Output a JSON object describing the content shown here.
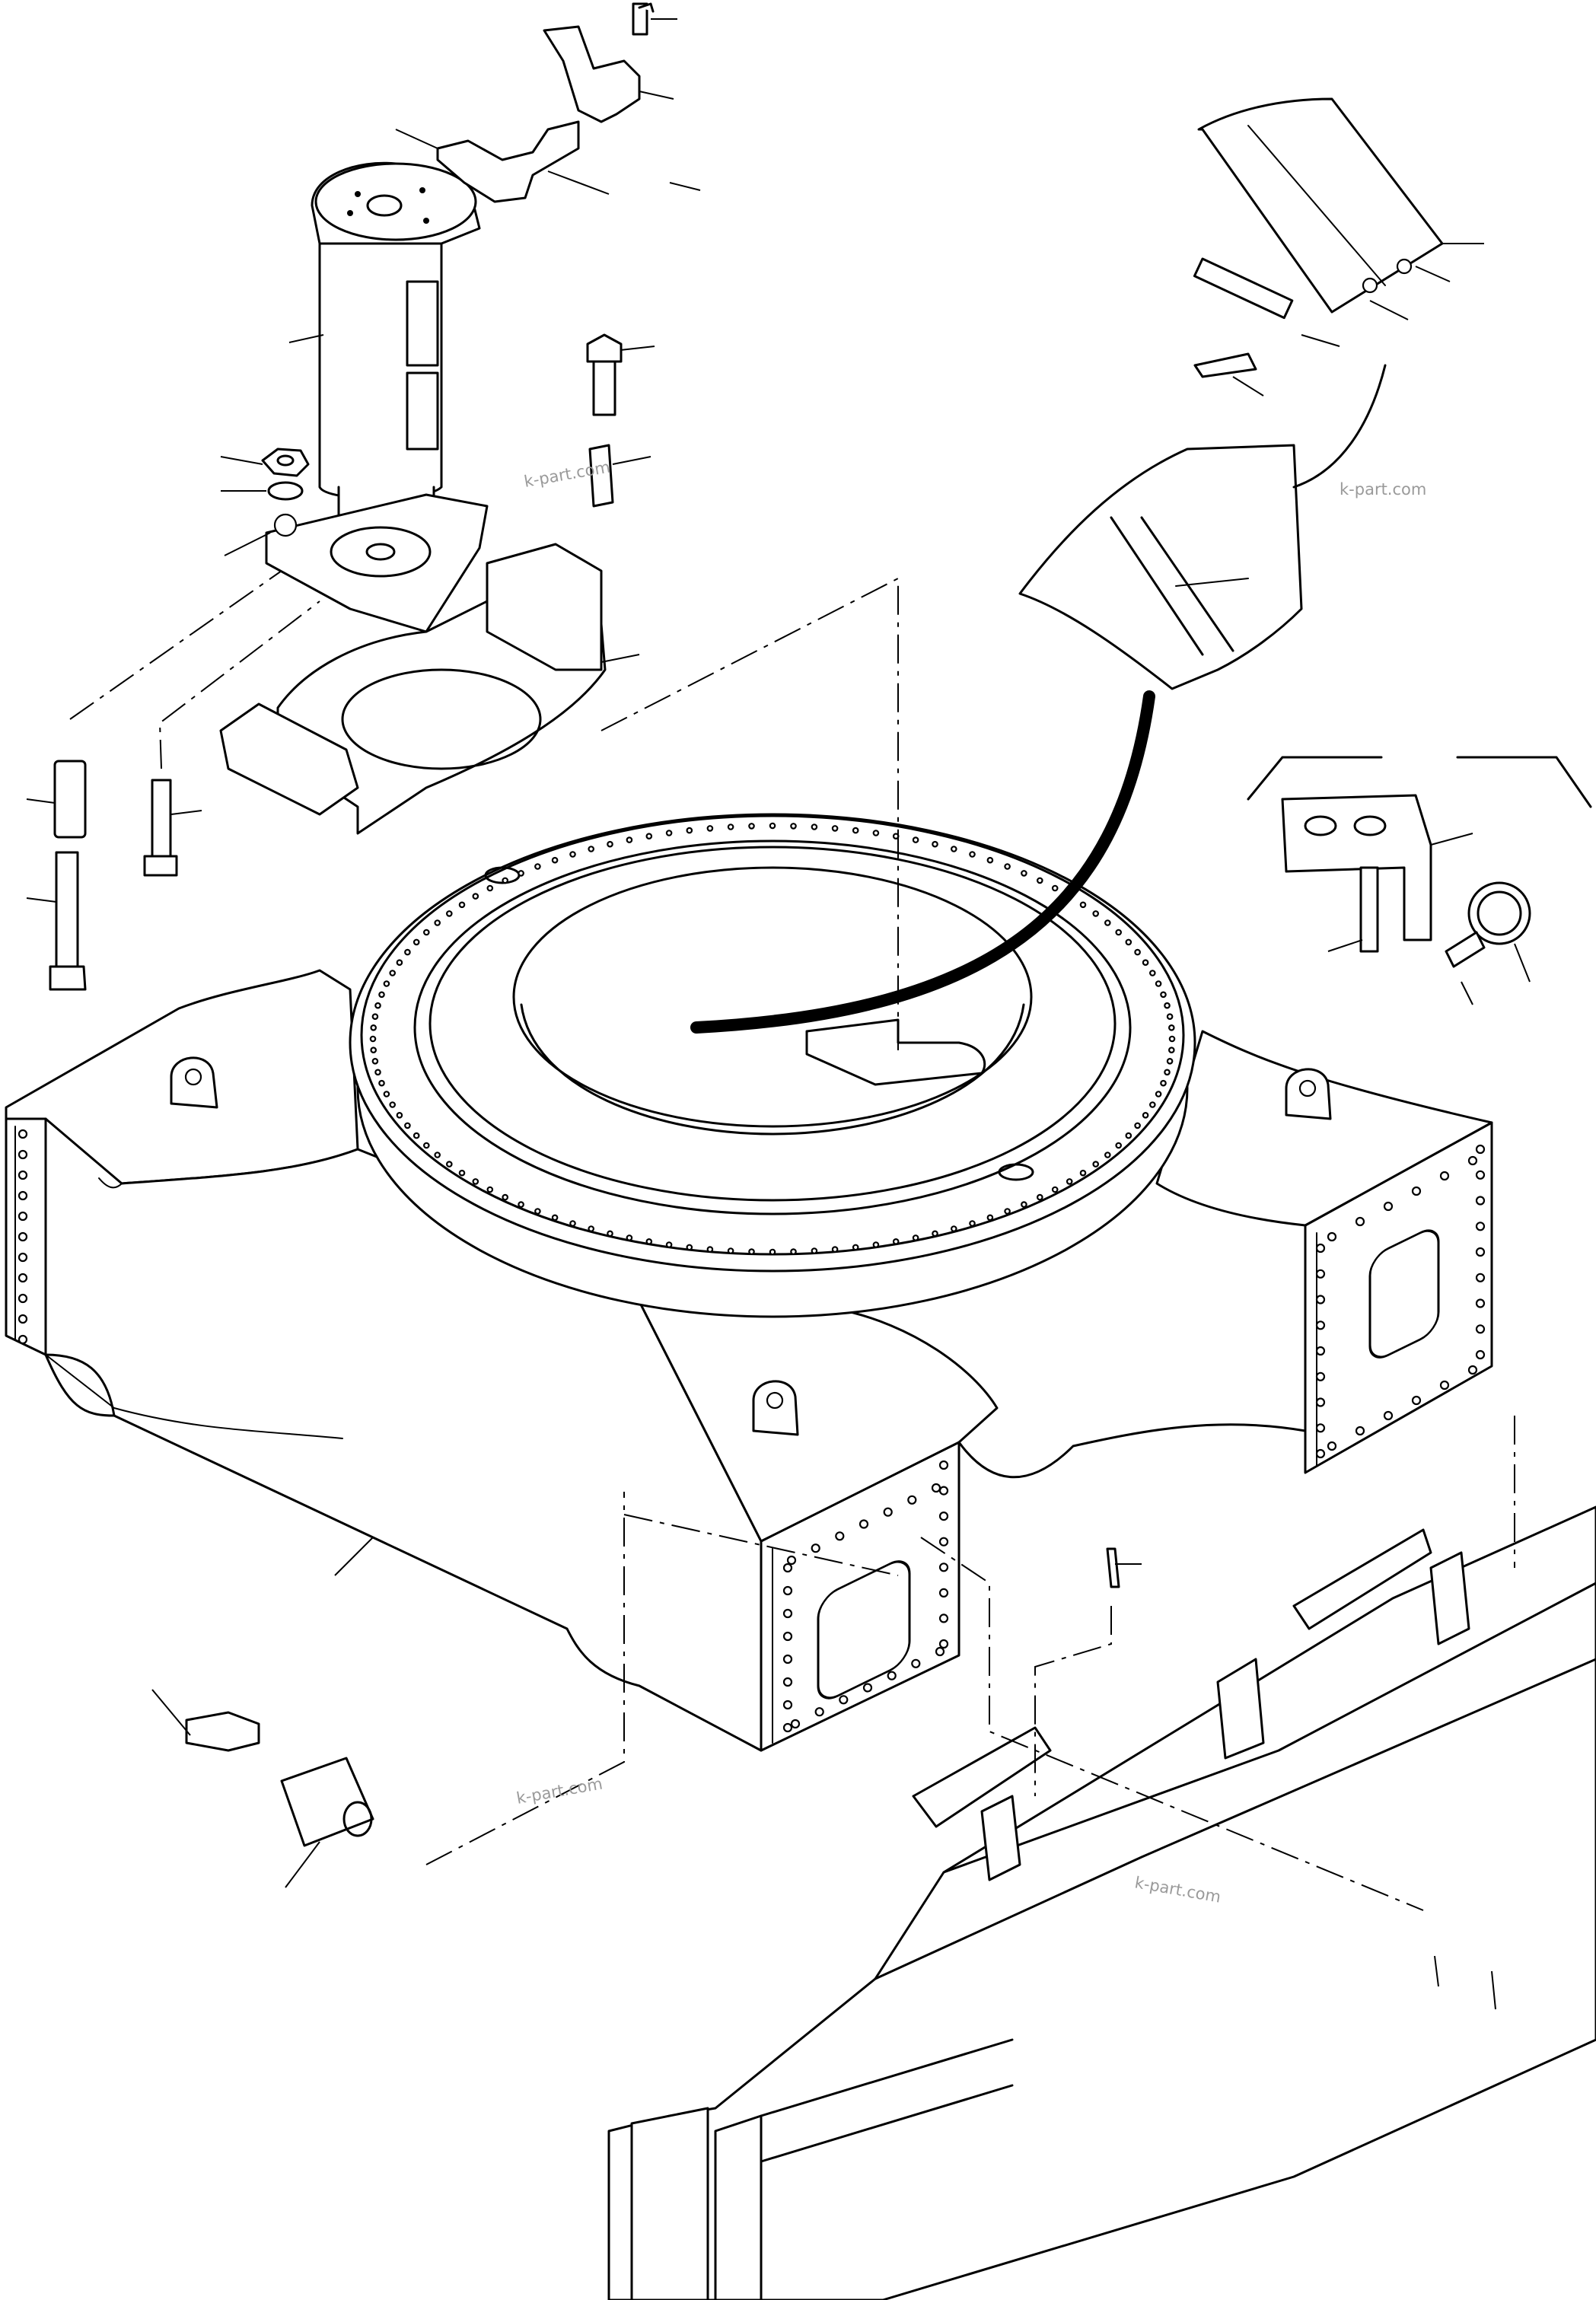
{
  "watermarks": [
    "k-part.com",
    "k-part.com",
    "k-part.com",
    "k-part.com"
  ]
}
